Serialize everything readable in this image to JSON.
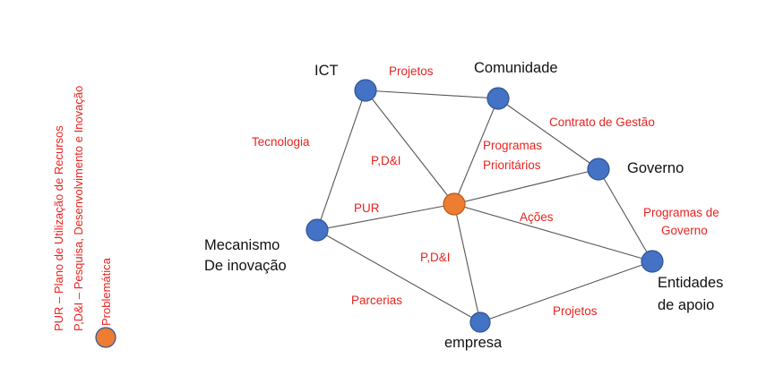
{
  "colors": {
    "node_fill": "#4472c4",
    "node_stroke": "#2f5597",
    "center_fill": "#ed7d31",
    "center_stroke": "#b35a1f",
    "label_red": "#e8231f",
    "edge": "#555555"
  },
  "nodes": {
    "ict": "ICT",
    "comunidade": "Comunidade",
    "governo": "Governo",
    "entidades_line1": "Entidades",
    "entidades_line2": "de apoio",
    "empresa": "empresa",
    "mecanismo_line1": "Mecanismo",
    "mecanismo_line2": "De inovação"
  },
  "edge_labels": {
    "projetos_top": "Projetos",
    "contrato": "Contrato de Gestão",
    "tecnologia": "Tecnologia",
    "pdi_upper": "P,D&I",
    "programas_prio_line1": "Programas",
    "programas_prio_line2": "Prioritários",
    "pur": "PUR",
    "acoes": "Ações",
    "programas_gov_line1": "Programas de",
    "programas_gov_line2": "Governo",
    "pdi_lower": "P,D&I",
    "parcerias": "Parcerias",
    "projetos_bottom": "Projetos"
  },
  "legend": {
    "pur_def": "PUR – Plano de Utilização de Recursos",
    "pdi_def": "P,D&I – Pesquisa, Desenvolvimento e Inovação",
    "problematica": "Problemática"
  }
}
